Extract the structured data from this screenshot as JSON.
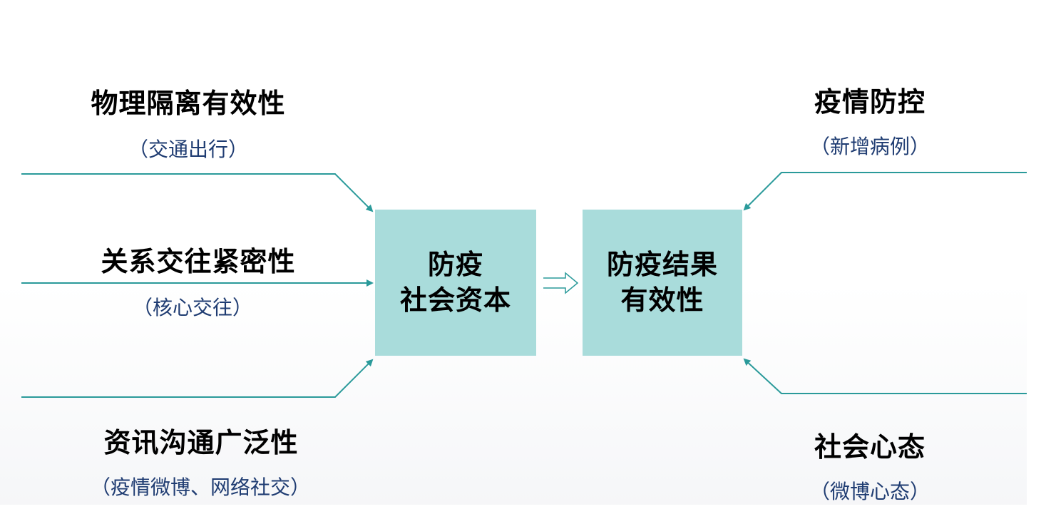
{
  "left_factors": [
    {
      "title": "物理隔离有效性",
      "subtitle": "（交通出行）"
    },
    {
      "title": "关系交往紧密性",
      "subtitle": "（核心交往）"
    },
    {
      "title": "资讯沟通广泛性",
      "subtitle": "（疫情微博、网络社交）"
    }
  ],
  "center_box": {
    "line1": "防疫",
    "line2": "社会资本"
  },
  "result_box": {
    "line1": "防疫结果",
    "line2": "有效性"
  },
  "right_outcomes": [
    {
      "title": "疫情防控",
      "subtitle": "（新增病例）"
    },
    {
      "title": "社会心态",
      "subtitle": "（微博心态）"
    }
  ],
  "colors": {
    "box_fill": "#a9dcdb",
    "arrow": "#2a9a9a",
    "subtitle_text": "#1f3c72"
  }
}
